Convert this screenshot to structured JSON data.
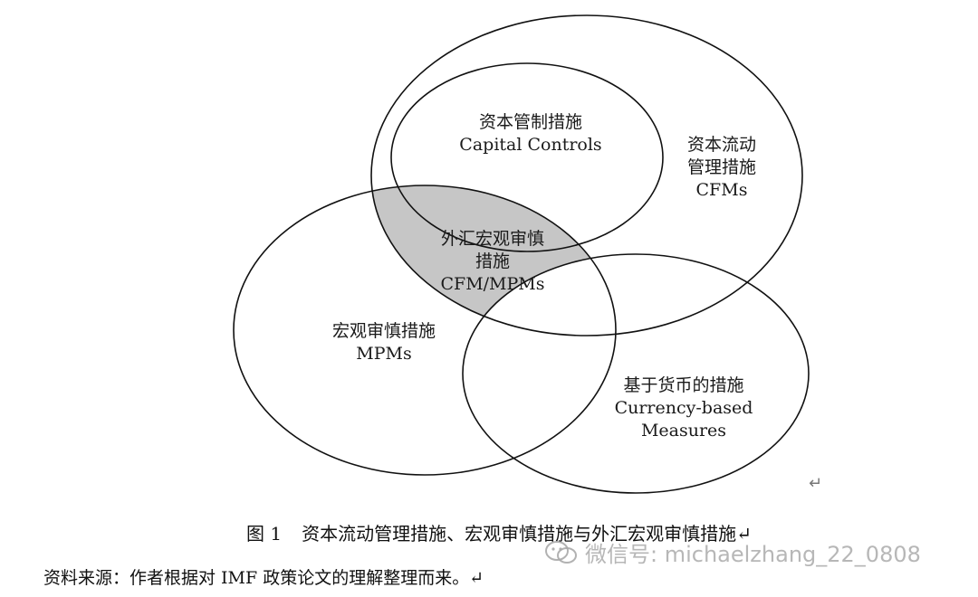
{
  "figure": {
    "labels": {
      "capital_controls": [
        "资本管制措施",
        "Capital Controls"
      ],
      "cfms": [
        "资本流动",
        "管理措施",
        "CFMs"
      ],
      "cfm_mpms": [
        "外汇宏观审慎",
        "措施",
        "CFM/MPMs"
      ],
      "mpms": [
        "宏观审慎措施",
        "MPMs"
      ],
      "currency_based": [
        "基于货币的措施",
        "Currency-based",
        "Measures"
      ]
    },
    "return_mark": "↵",
    "colors": {
      "outline": "#111111",
      "shaded_region": "#c6c6c6",
      "background": "#ffffff"
    }
  },
  "caption": {
    "number": "图 1",
    "text": "资本流动管理措施、宏观审慎措施与外汇宏观审慎措施↵"
  },
  "source": {
    "text": "资料来源：作者根据对 IMF 政策论文的理解整理而来。↵"
  },
  "watermark": {
    "icon": "wechat-icon",
    "text": "微信号: michaelzhang_22_0808"
  }
}
